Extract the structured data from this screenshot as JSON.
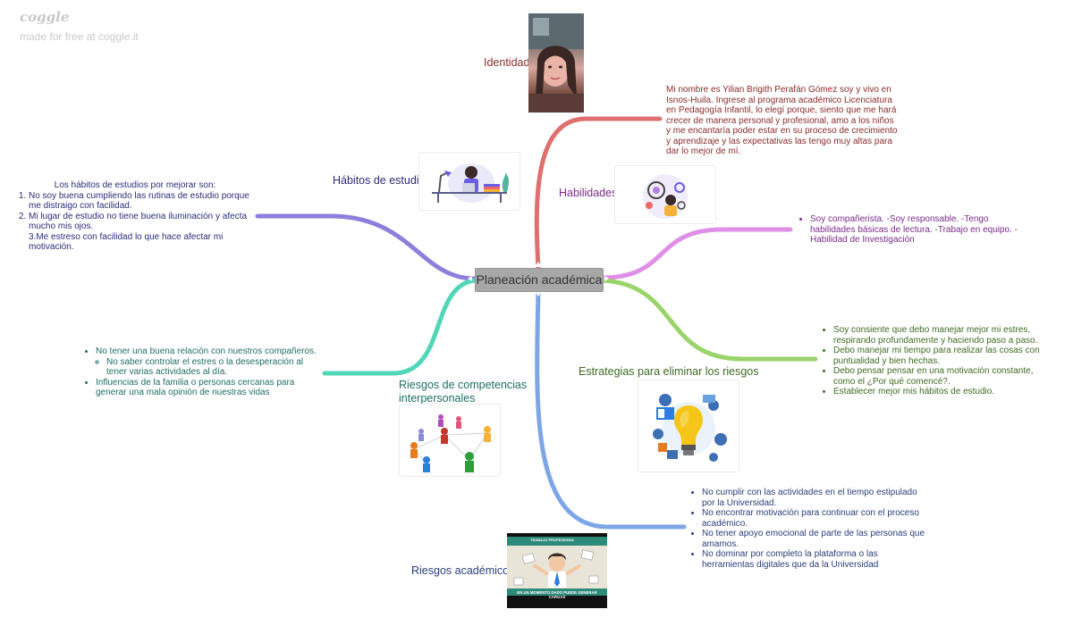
{
  "brand": {
    "logo": "coggle",
    "tagline": "made for free at coggle.it"
  },
  "central": "Planeación académica",
  "branches": {
    "identidad": {
      "label": "Identidad",
      "color": "#e06f6f",
      "text": "Mi nombre es Yilian Brigith Perafán Gómez soy y vivo en Isnos-Huila. Ingrese al programa académico Licenciatura en Pedagogía Infantil, lo elegí porque, siento que me hará crecer de manera personal y profesional, amo a los niños y me encantaría poder estar en su proceso de crecimiento y aprendizaje y las expectativas las tengo muy altas para dar lo mejor de mí."
    },
    "habitos": {
      "label": "Hábitos de estudio",
      "color": "#8f7fdc",
      "intro": "Los hábitos de estudios por mejorar son:",
      "items": [
        "No soy buena cumpliendo las rutinas de estudio porque me distraigo con facilidad.",
        "Mi lugar de estudio no tiene buena iluminación y afecta mucho mis ojos."
      ],
      "extra": "3.Me estreso con facilidad lo que hace afectar mi motivación."
    },
    "habilidades": {
      "label": "Habilidades",
      "color": "#df8fe6",
      "items": [
        "Soy compañerista. -Soy responsable. -Tengo habilidades básicas de lectura. -Trabajo en equipo. -Habilidad de Investigación"
      ]
    },
    "riesgos_comp": {
      "label": "Riesgos de competencias interpersonales",
      "color": "#52d6b8",
      "items": [
        "No tener una buena relación con nuestros compañeros.",
        "Influencias de la familia o personas cercanas para generar una mala opinión de nuestras vidas"
      ],
      "subitem": "No saber controlar el estres o la desesperación al tener varias actividades al día."
    },
    "estrategias": {
      "label": "Estrategias para eliminar los riesgos",
      "color": "#9ad46a",
      "items": [
        "Soy consiente que debo manejar mejor mi estres, respirando profundamente y haciendo paso a paso.",
        "Debo manejar mi tiempo para realizar las cosas con puntualidad y bien hechas.",
        "Debo pensar pensar en una motivación constante, como el ¿Por qué comencé?.",
        "Establecer mejor mis hábitos de estudio."
      ]
    },
    "riesgos_acad": {
      "label": "Riesgos académicos",
      "color": "#7ea6e6",
      "items": [
        "No cumplir con las actividades en el tiempo estipulado por la Universidad.",
        "No encontrar motivación para continuar con el proceso académico.",
        "No tener apoyo emocional de parte de las personas que amamos.",
        "No dominar por completo la plataforma o las herramientas digitales que da la Universidad"
      ],
      "image_banner_top": "TRABAJO PROFESIONAL",
      "image_banner_bottom": "EN UN MOMENTO DADO PUEDE GENERAR CARGAS"
    }
  }
}
